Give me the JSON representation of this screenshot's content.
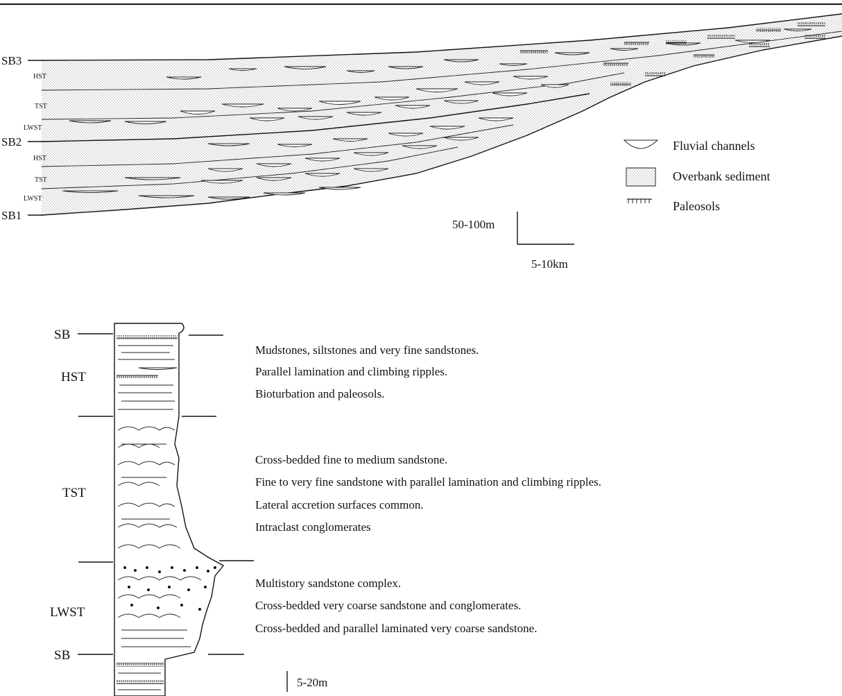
{
  "cross_section": {
    "bounding_labels": {
      "sb3": "SB3",
      "sb2": "SB2",
      "sb1": "SB1"
    },
    "tract_labels": {
      "hst_upper": "HST",
      "tst_upper": "TST",
      "lwst_upper": "LWST",
      "hst_lower": "HST",
      "tst_lower": "TST",
      "lwst_lower": "LWST"
    },
    "legend": {
      "fluvial": "Fluvial channels",
      "overbank": "Overbank sediment",
      "paleosols": "Paleosols"
    },
    "scale": {
      "vertical": "50-100m",
      "horizontal": "5-10km"
    }
  },
  "column": {
    "labels": {
      "sb_top": "SB",
      "hst": "HST",
      "tst": "TST",
      "lwst": "LWST",
      "sb_bottom": "SB"
    },
    "hst_desc": [
      "Mudstones, siltstones and very fine sandstones.",
      "Parallel lamination and climbing ripples.",
      "Bioturbation and paleosols."
    ],
    "tst_desc": [
      "Cross-bedded fine to medium sandstone.",
      "Fine to very fine sandstone with parallel lamination and climbing ripples.",
      "Lateral accretion surfaces common.",
      "Intraclast conglomerates"
    ],
    "lwst_desc": [
      "Multistory sandstone complex.",
      "Cross-bedded very coarse sandstone and conglomerates.",
      "Cross-bedded and parallel laminated very coarse sandstone."
    ],
    "scale": "5-20m"
  }
}
